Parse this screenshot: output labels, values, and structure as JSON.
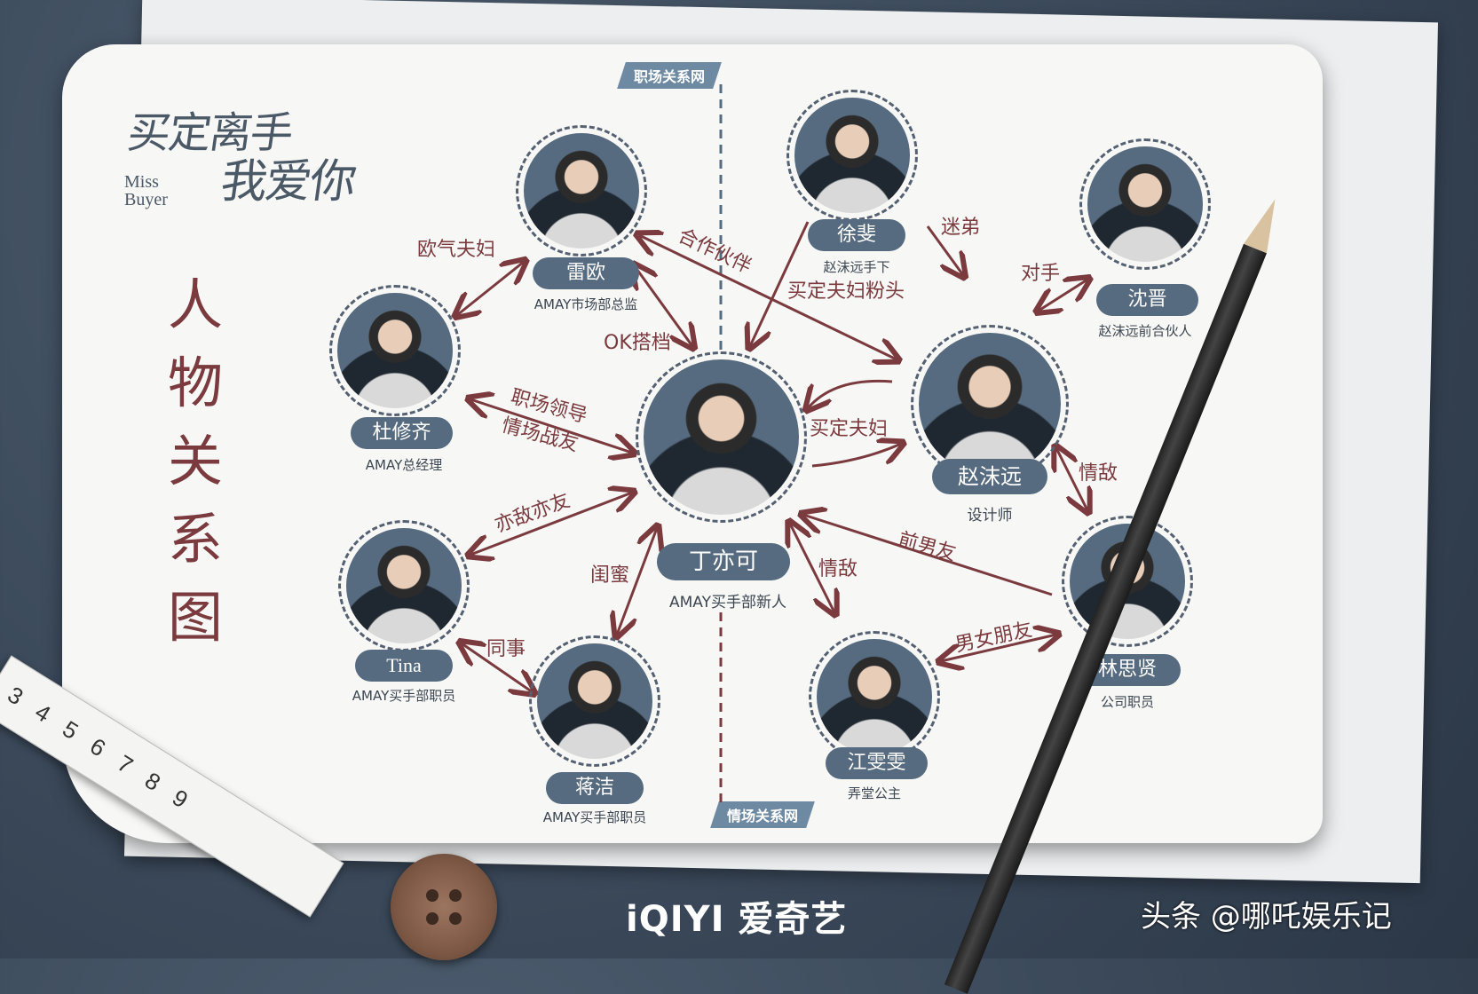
{
  "title": {
    "cn_line1": "买定离手",
    "cn_line2": "我爱你",
    "en": "Miss\nBuyer"
  },
  "vertical_title": "人物关系图",
  "networks": {
    "work": "职场关系网",
    "love": "情场关系网"
  },
  "characters": [
    {
      "id": "leiou",
      "name": "雷欧",
      "role": "AMAY市场部总监"
    },
    {
      "id": "xufei",
      "name": "徐斐",
      "role": "赵沫远手下"
    },
    {
      "id": "shenjin",
      "name": "沈晋",
      "role": "赵沫远前合伙人"
    },
    {
      "id": "duxiuqi",
      "name": "杜修齐",
      "role": "AMAY总经理"
    },
    {
      "id": "dingyike",
      "name": "丁亦可",
      "role": "AMAY买手部新人"
    },
    {
      "id": "zhaomoyuan",
      "name": "赵沫远",
      "role": "设计师"
    },
    {
      "id": "tina",
      "name": "Tina",
      "role": "AMAY买手部职员"
    },
    {
      "id": "jiangjie",
      "name": "蒋洁",
      "role": "AMAY买手部职员"
    },
    {
      "id": "jiangwenwen",
      "name": "江雯雯",
      "role": "弄堂公主"
    },
    {
      "id": "linsixian",
      "name": "林思贤",
      "role": "公司职员"
    }
  ],
  "relations": [
    {
      "from": "duxiuqi",
      "to": "leiou",
      "label": "欧气夫妇"
    },
    {
      "from": "leiou",
      "to": "zhaomoyuan",
      "label": "合作伙伴"
    },
    {
      "from": "leiou",
      "to": "dingyike",
      "label": "OK搭档"
    },
    {
      "from": "xufei",
      "to": "zhaomoyuan",
      "label": "迷弟"
    },
    {
      "from": "xufei",
      "to": "dingyike",
      "label": "买定夫妇粉头"
    },
    {
      "from": "shenjin",
      "to": "zhaomoyuan",
      "label": "对手"
    },
    {
      "from": "duxiuqi",
      "to": "dingyike",
      "label": "职场领导\n情场战友"
    },
    {
      "from": "dingyike",
      "to": "zhaomoyuan",
      "label": "买定夫妇"
    },
    {
      "from": "tina",
      "to": "dingyike",
      "label": "亦敌亦友"
    },
    {
      "from": "jiangjie",
      "to": "dingyike",
      "label": "闺蜜"
    },
    {
      "from": "tina",
      "to": "jiangjie",
      "label": "同事"
    },
    {
      "from": "dingyike",
      "to": "jiangwenwen",
      "label": "情敌"
    },
    {
      "from": "linsixian",
      "to": "dingyike",
      "label": "前男友"
    },
    {
      "from": "zhaomoyuan",
      "to": "linsixian",
      "label": "情敌"
    },
    {
      "from": "jiangwenwen",
      "to": "linsixian",
      "label": "男女朋友"
    }
  ],
  "labels": {
    "r_ouqi": "欧气夫妇",
    "r_hezuo": "合作伙伴",
    "r_ok": "OK搭档",
    "r_midi": "迷弟",
    "r_fentou": "买定夫妇粉头",
    "r_duishou": "对手",
    "r_lingdao1": "职场领导",
    "r_lingdao2": "情场战友",
    "r_maiding": "买定夫妇",
    "r_yidi": "亦敌亦友",
    "r_guimi": "闺蜜",
    "r_tongshi": "同事",
    "r_qingdi1": "情敌",
    "r_qianbf": "前男友",
    "r_qingdi2": "情敌",
    "r_nannv": "男女朋友"
  },
  "ruler_digits": "3456789",
  "footer": {
    "brand": "iQIYI 爱奇艺",
    "watermark": "头条 @哪吒娱乐记"
  },
  "colors": {
    "arrow": "#7a3a3e",
    "pill": "#566b7f",
    "tag": "#6e8aa3"
  }
}
